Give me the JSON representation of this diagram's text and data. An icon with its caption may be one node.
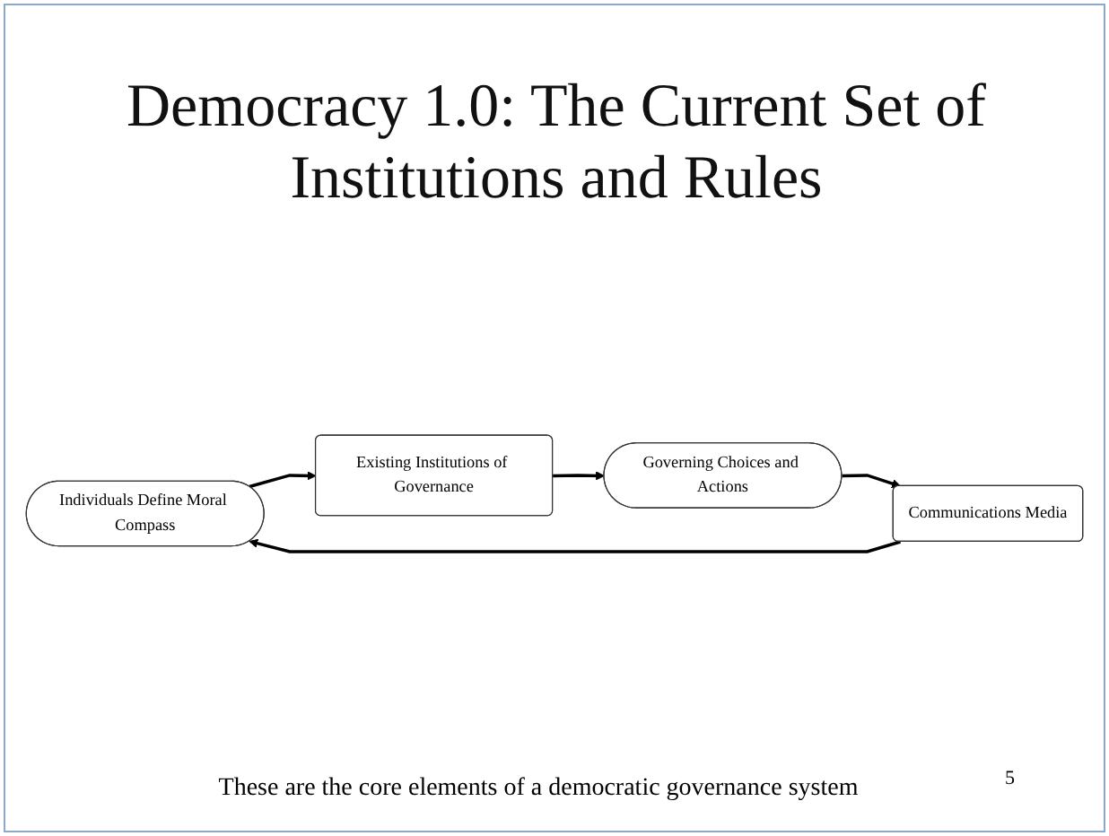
{
  "diagram": {
    "title": "Democracy 1.0: The Current Set of Institutions and Rules",
    "nodes": [
      {
        "text": [
          "Individuals Define Moral Compass"
        ]
      },
      {
        "text": [
          "Existing Institutions of Governance"
        ]
      },
      {
        "text": [
          "Governing Choices and Actions"
        ]
      },
      {
        "text": [
          "Communications Media"
        ]
      }
    ],
    "edges": [
      {
        "from": 0,
        "to": 1,
        "arrow": "to"
      },
      {
        "from": 1,
        "to": 2,
        "arrow": "to"
      },
      {
        "from": 2,
        "to": 3,
        "arrow": "to"
      },
      {
        "from": 3,
        "to": 0,
        "arrow": "to"
      }
    ],
    "caption": "These are the core elements of a democratic governance system",
    "labels": [
      "5"
    ]
  }
}
